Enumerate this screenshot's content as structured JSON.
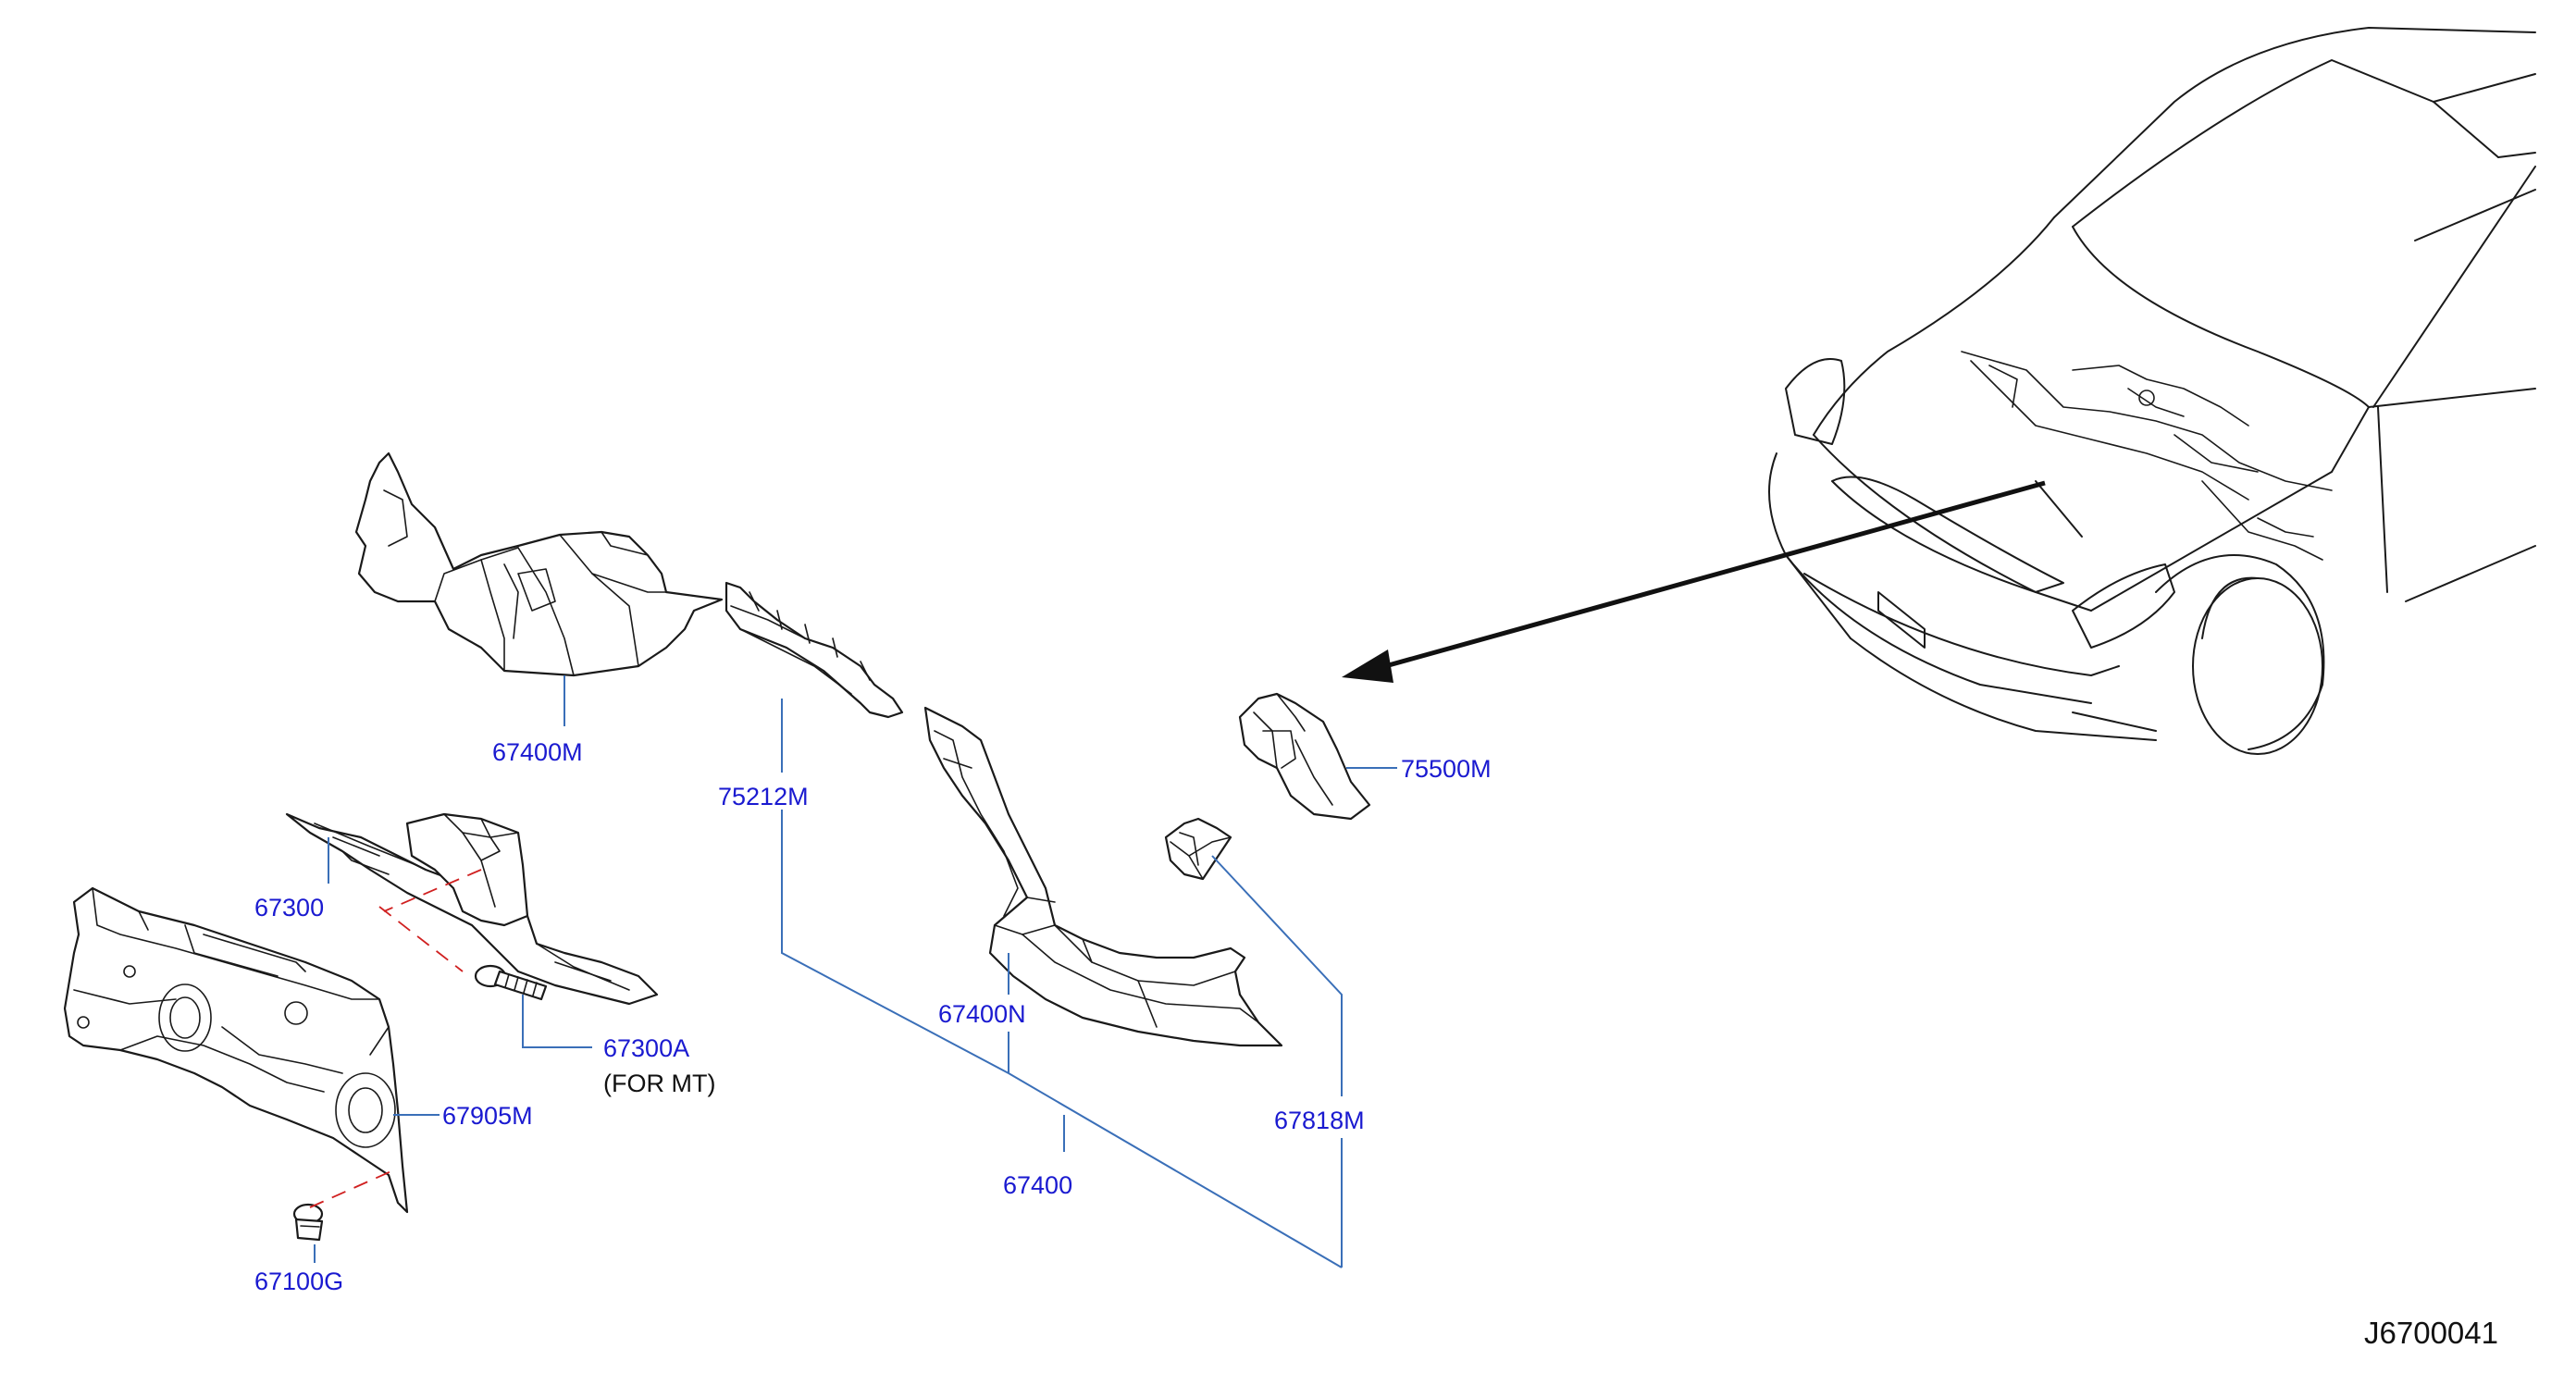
{
  "colors": {
    "label": "#1a1ad0",
    "leader_line": "#3a6fb8",
    "dashed_guide": "#d02020",
    "line_art": "#1a1a1a"
  },
  "labels": {
    "p67400M": "67400M",
    "p75212M": "75212M",
    "p75500M": "75500M",
    "p67300": "67300",
    "p67300A": "67300A",
    "p67300A_note": "(FOR  MT)",
    "p67905M": "67905M",
    "p67400N": "67400N",
    "p67818M": "67818M",
    "p67400": "67400",
    "p67100G": "67100G"
  },
  "diagram_code": "J6700041"
}
